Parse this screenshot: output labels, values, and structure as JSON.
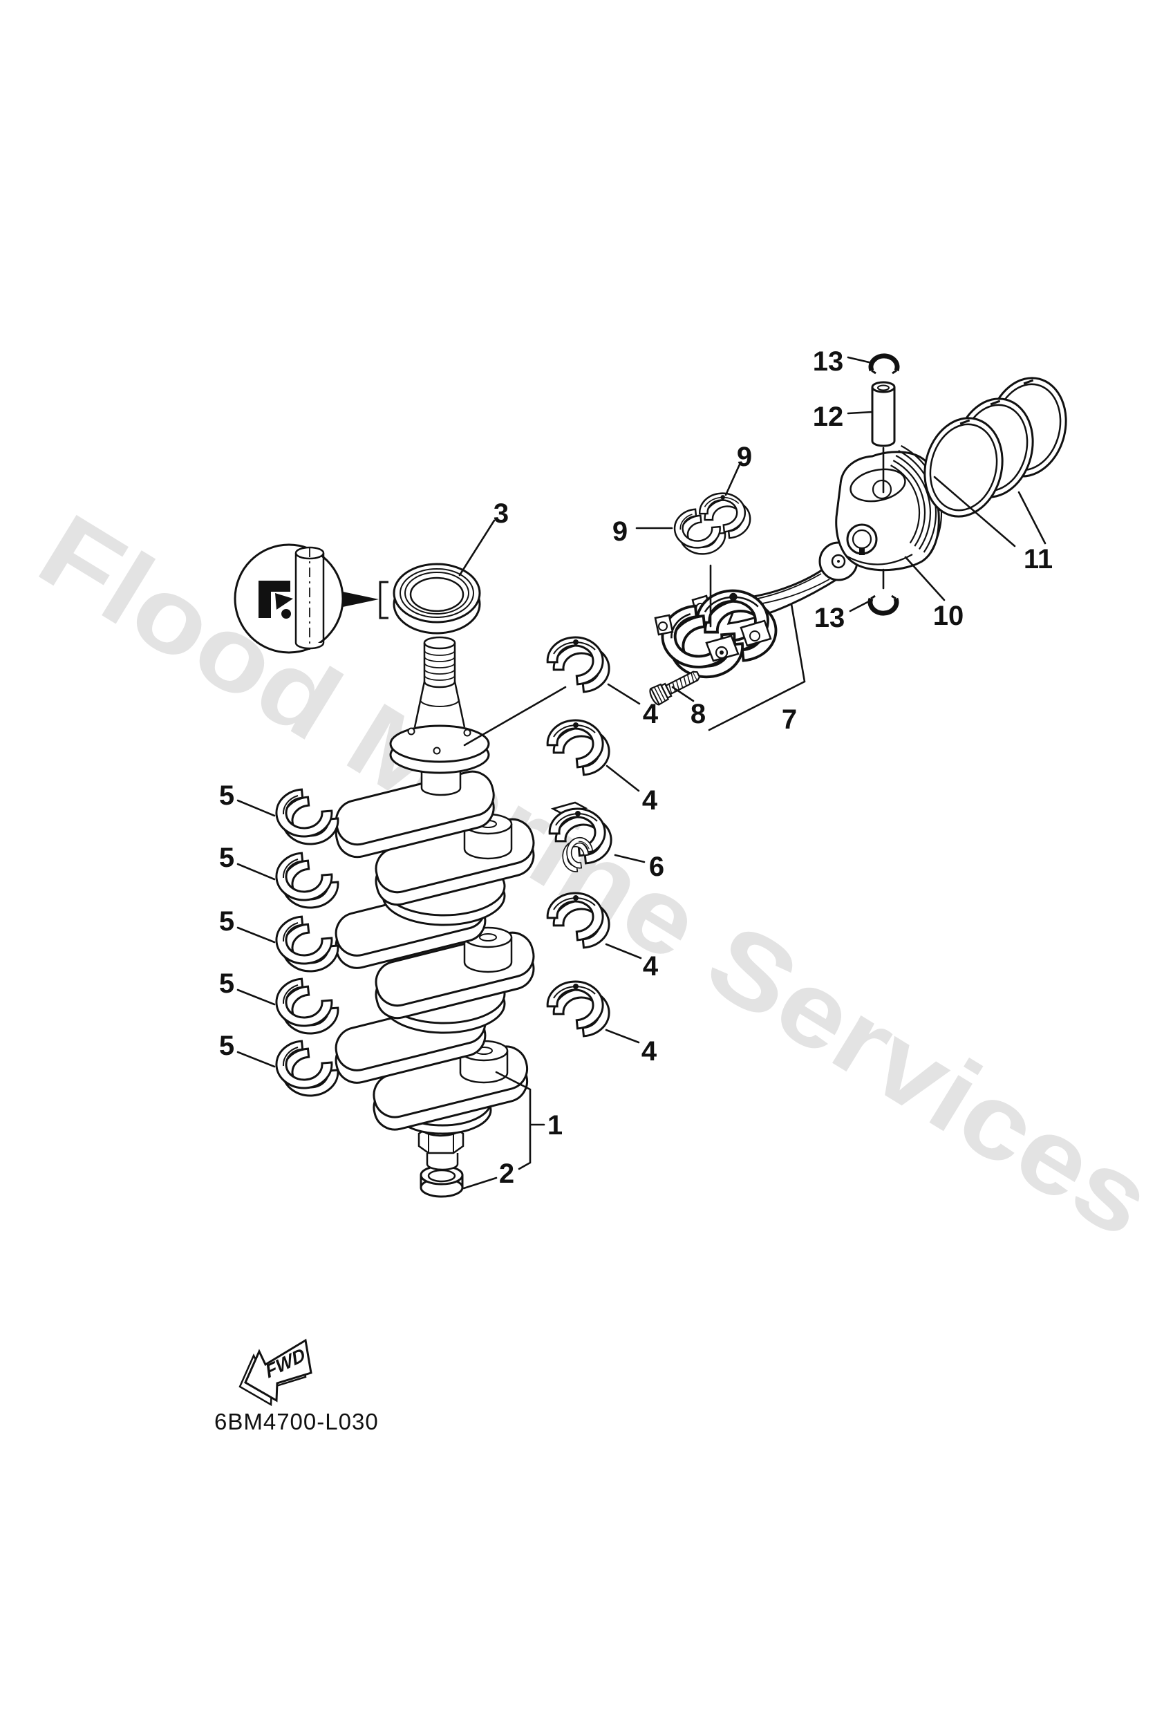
{
  "watermark": {
    "text": "Flood Marine Services",
    "color": "#e3e3e3"
  },
  "footer": {
    "part_code": "6BM4700-L030",
    "fwd_label": "FWD"
  },
  "callouts": {
    "c3": "3",
    "c13a": "13",
    "c12": "12",
    "c9a": "9",
    "c9b": "9",
    "c11": "11",
    "c10": "10",
    "c13b": "13",
    "c4a": "4",
    "c8": "8",
    "c7": "7",
    "c4b": "4",
    "c6": "6",
    "c4c": "4",
    "c4d": "4",
    "c5a": "5",
    "c5b": "5",
    "c5c": "5",
    "c5d": "5",
    "c5e": "5",
    "c1": "1",
    "c2": "2"
  }
}
